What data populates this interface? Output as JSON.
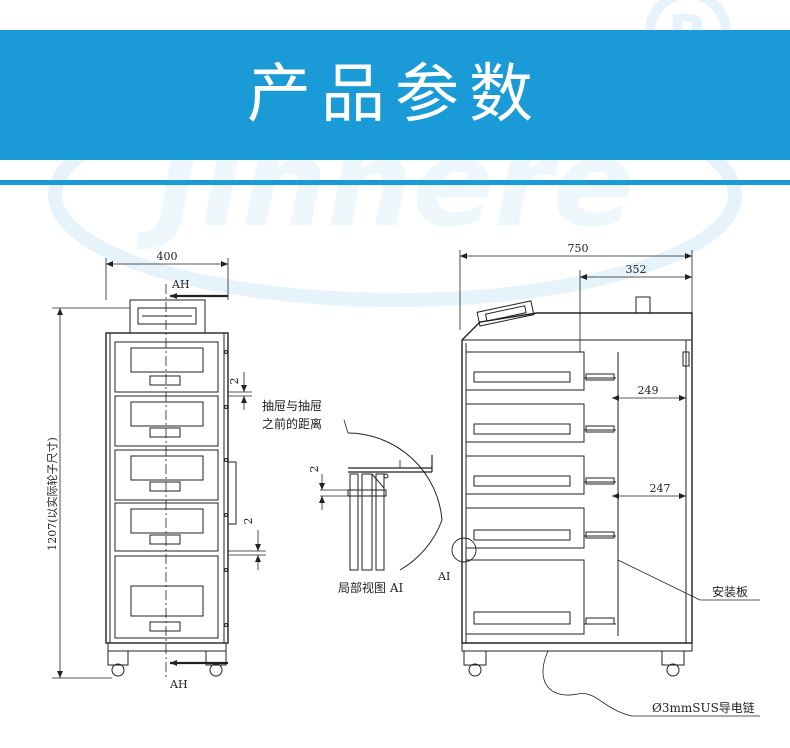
{
  "banner": {
    "title": "产品参数"
  },
  "watermark": {
    "text": "Jinhere",
    "mark": "R"
  },
  "front_view": {
    "width": "400",
    "height": "1207(以实际轮子尺寸)",
    "gap_top": "2",
    "gap_bottom": "2",
    "section_top": "AH",
    "section_bottom": "AH"
  },
  "detail_view": {
    "note_line1": "抽屉与抽屉",
    "note_line2": "之前的距离",
    "gap": "2",
    "caption": "局部视图 AI"
  },
  "side_view": {
    "depth": "750",
    "inner_depth": "352",
    "drawer_offset_upper": "249",
    "drawer_offset_lower": "247",
    "detail_marker": "AI",
    "mount_plate": "安装板",
    "cable_chain": "Ø3mmSUS导电链"
  }
}
